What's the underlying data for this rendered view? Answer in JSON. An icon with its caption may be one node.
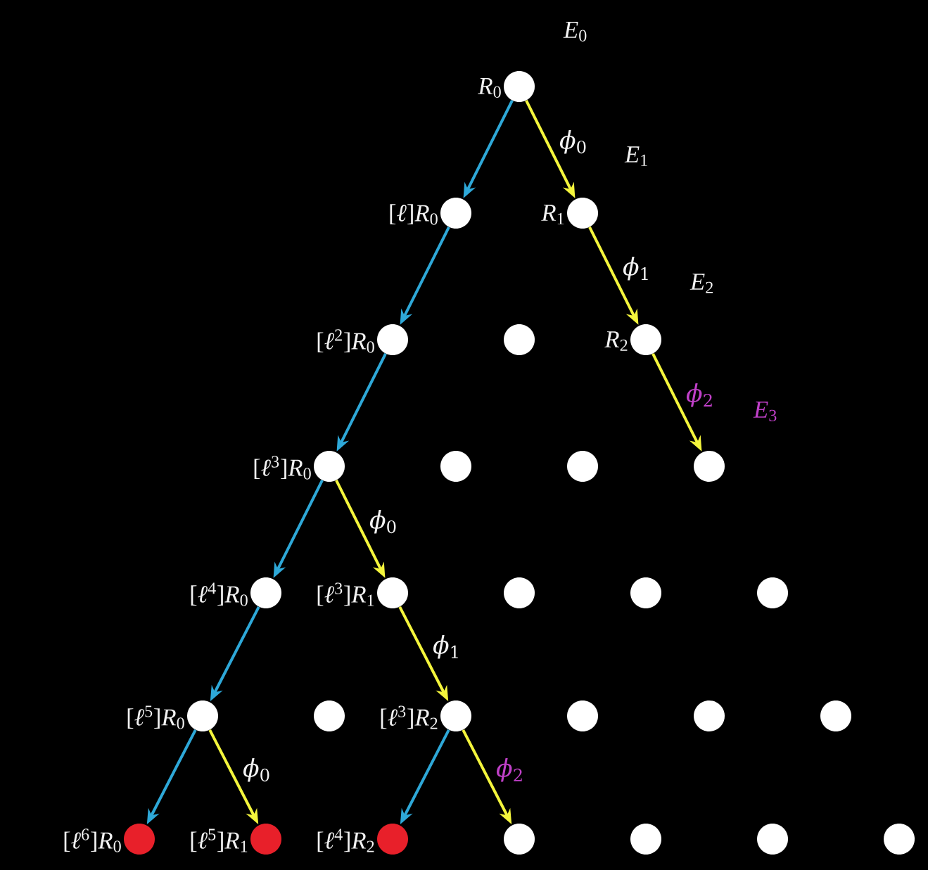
{
  "diagram": {
    "nodes": [
      {
        "text": [],
        "shape": "circle",
        "beside": [
          "*R*$_{0}$"
        ]
      },
      {
        "text": [],
        "shape": "circle",
        "beside": [
          "[*ℓ*]*R*$_{0}$"
        ]
      },
      {
        "text": [],
        "shape": "circle",
        "beside": [
          "*R*$_{1}$"
        ]
      },
      {
        "text": [],
        "shape": "circle",
        "beside": [
          "[*ℓ*$^{2}$]*R*$_{0}$"
        ]
      },
      {
        "text": [],
        "shape": "circle"
      },
      {
        "text": [],
        "shape": "circle",
        "beside": [
          "*R*$_{2}$"
        ]
      },
      {
        "text": [],
        "shape": "circle",
        "beside": [
          "[*ℓ*$^{3}$]*R*$_{0}$"
        ]
      },
      {
        "text": [],
        "shape": "circle"
      },
      {
        "text": [],
        "shape": "circle"
      },
      {
        "text": [],
        "shape": "circle"
      },
      {
        "text": [],
        "shape": "circle",
        "beside": [
          "[*ℓ*$^{4}$]*R*$_{0}$"
        ]
      },
      {
        "text": [],
        "shape": "circle",
        "beside": [
          "[*ℓ*$^{3}$]*R*$_{1}$"
        ]
      },
      {
        "text": [],
        "shape": "circle"
      },
      {
        "text": [],
        "shape": "circle"
      },
      {
        "text": [],
        "shape": "circle"
      },
      {
        "text": [],
        "shape": "circle",
        "beside": [
          "[*ℓ*$^{5}$]*R*$_{0}$"
        ]
      },
      {
        "text": [],
        "shape": "circle"
      },
      {
        "text": [],
        "shape": "circle",
        "beside": [
          "[*ℓ*$^{3}$]*R*$_{2}$"
        ]
      },
      {
        "text": [],
        "shape": "circle"
      },
      {
        "text": [],
        "shape": "circle"
      },
      {
        "text": [],
        "shape": "circle"
      },
      {
        "text": [],
        "shape": "circle",
        "beside": [
          "[*ℓ*$^{6}$]*R*$_{0}$"
        ]
      },
      {
        "text": [],
        "shape": "circle",
        "beside": [
          "[*ℓ*$^{5}$]*R*$_{1}$"
        ]
      },
      {
        "text": [],
        "shape": "circle",
        "beside": [
          "[*ℓ*$^{4}$]*R*$_{2}$"
        ]
      },
      {
        "text": [],
        "shape": "circle"
      },
      {
        "text": [],
        "shape": "circle"
      },
      {
        "text": [],
        "shape": "circle"
      },
      {
        "text": [],
        "shape": "circle"
      }
    ],
    "edges": [
      {
        "from": 0,
        "to": 1,
        "arrow": "to",
        "color": "#2ea8d8"
      },
      {
        "from": 0,
        "to": 2,
        "arrow": "to",
        "color": "#f4f53c",
        "label": "*ϕ*$_{0}$"
      },
      {
        "from": 1,
        "to": 3,
        "arrow": "to",
        "color": "#2ea8d8"
      },
      {
        "from": 2,
        "to": 5,
        "arrow": "to",
        "color": "#f4f53c",
        "label": "*ϕ*$_{1}$"
      },
      {
        "from": 3,
        "to": 6,
        "arrow": "to",
        "color": "#2ea8d8"
      },
      {
        "from": 5,
        "to": 9,
        "arrow": "to",
        "color": "#f4f53c",
        "label": "*ϕ*$_{2}$"
      },
      {
        "from": 6,
        "to": 10,
        "arrow": "to",
        "color": "#2ea8d8"
      },
      {
        "from": 6,
        "to": 11,
        "arrow": "to",
        "color": "#f4f53c",
        "label": "*ϕ*$_{0}$"
      },
      {
        "from": 10,
        "to": 15,
        "arrow": "to",
        "color": "#2ea8d8"
      },
      {
        "from": 11,
        "to": 17,
        "arrow": "to",
        "color": "#f4f53c",
        "label": "*ϕ*$_{1}$"
      },
      {
        "from": 15,
        "to": 21,
        "arrow": "to",
        "color": "#2ea8d8"
      },
      {
        "from": 15,
        "to": 22,
        "arrow": "to",
        "color": "#f4f53c",
        "label": "*ϕ*$_{0}$"
      },
      {
        "from": 17,
        "to": 23,
        "arrow": "to",
        "color": "#2ea8d8"
      },
      {
        "from": 17,
        "to": 24,
        "arrow": "to",
        "color": "#f4f53c",
        "label": "*ϕ*$_{2}$"
      }
    ],
    "labels": [
      "*E*$_{0}$",
      "*E*$_{1}$",
      "*E*$_{2}$",
      "*E*$_{3}$"
    ]
  }
}
